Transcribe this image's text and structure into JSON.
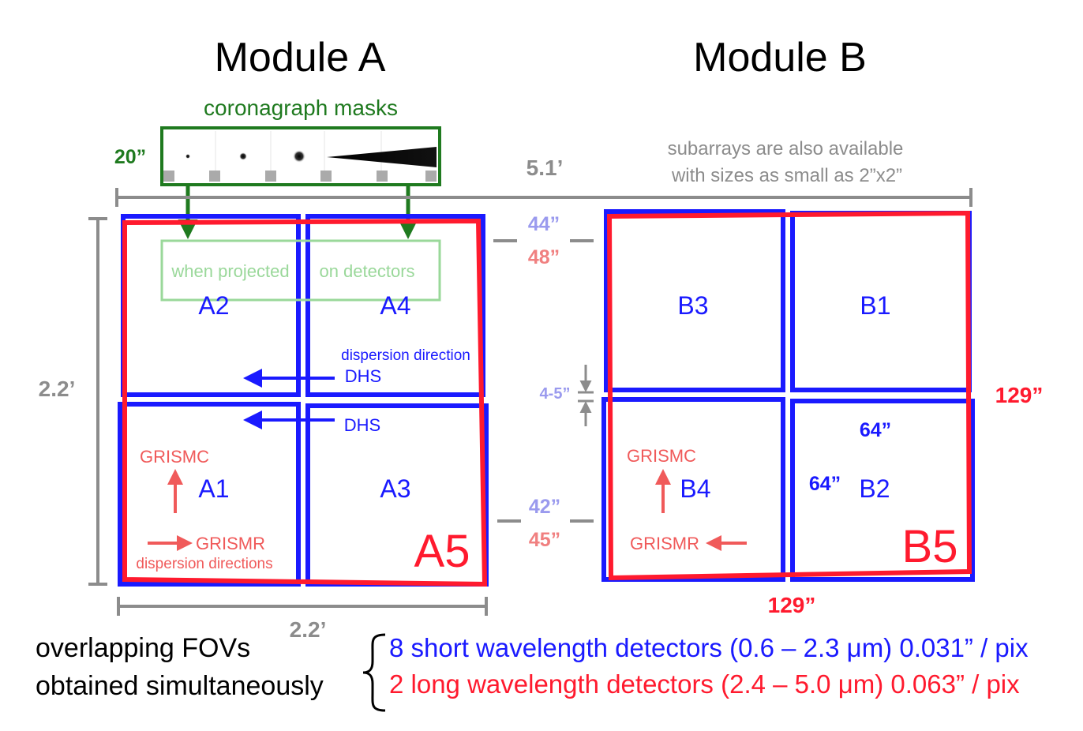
{
  "modules": {
    "a_title": "Module A",
    "b_title": "Module B"
  },
  "coronagraph": {
    "label": "coronagraph masks",
    "size": "20”",
    "projected_label_1": "when projected",
    "projected_label_2": "on detectors"
  },
  "dimensions": {
    "width_total": "5.1’",
    "height_a": "2.2’",
    "width_a": "2.2’",
    "gap_top_sw": "44”",
    "gap_top_lw": "48”",
    "gap_bottom_sw": "42”",
    "gap_bottom_lw": "45”",
    "gap_detectors": "4-5”",
    "lw_width": "129”",
    "lw_height": "129”",
    "sw_width": "64”",
    "sw_height": "64”"
  },
  "subarray_note": {
    "line1": "subarrays are also available",
    "line2": "with sizes as small as 2”x2”"
  },
  "detectors": {
    "a2": "A2",
    "a4": "A4",
    "a1": "A1",
    "a3": "A3",
    "a5": "A5",
    "b3": "B3",
    "b1": "B1",
    "b4": "B4",
    "b2": "B2",
    "b5": "B5"
  },
  "dispersion": {
    "direction_label": "dispersion direction",
    "dhs_1": "DHS",
    "dhs_2": "DHS",
    "grismc_a": "GRISMC",
    "grismr_a": "GRISMR",
    "directions_label": "dispersion directions",
    "grismc_b": "GRISMC",
    "grismr_b": "GRISMR"
  },
  "legend": {
    "fov_line1": "overlapping FOVs",
    "fov_line2": "obtained simultaneously",
    "short_wave": "8 short wavelength detectors (0.6 – 2.3 μm) 0.031” / pix",
    "long_wave": "2 long wavelength detectors  (2.4 – 5.0 μm) 0.063” / pix"
  },
  "colors": {
    "short_wave_blue": "#1a1aff",
    "long_wave_red": "#ff1a2e",
    "mask_green": "#1f7a1f",
    "projected_green": "#9ad89a",
    "dim_gray": "#8c8c8c",
    "light_blue": "#9a9aee",
    "light_red": "#f08080",
    "grism_red": "#f05a5a"
  }
}
